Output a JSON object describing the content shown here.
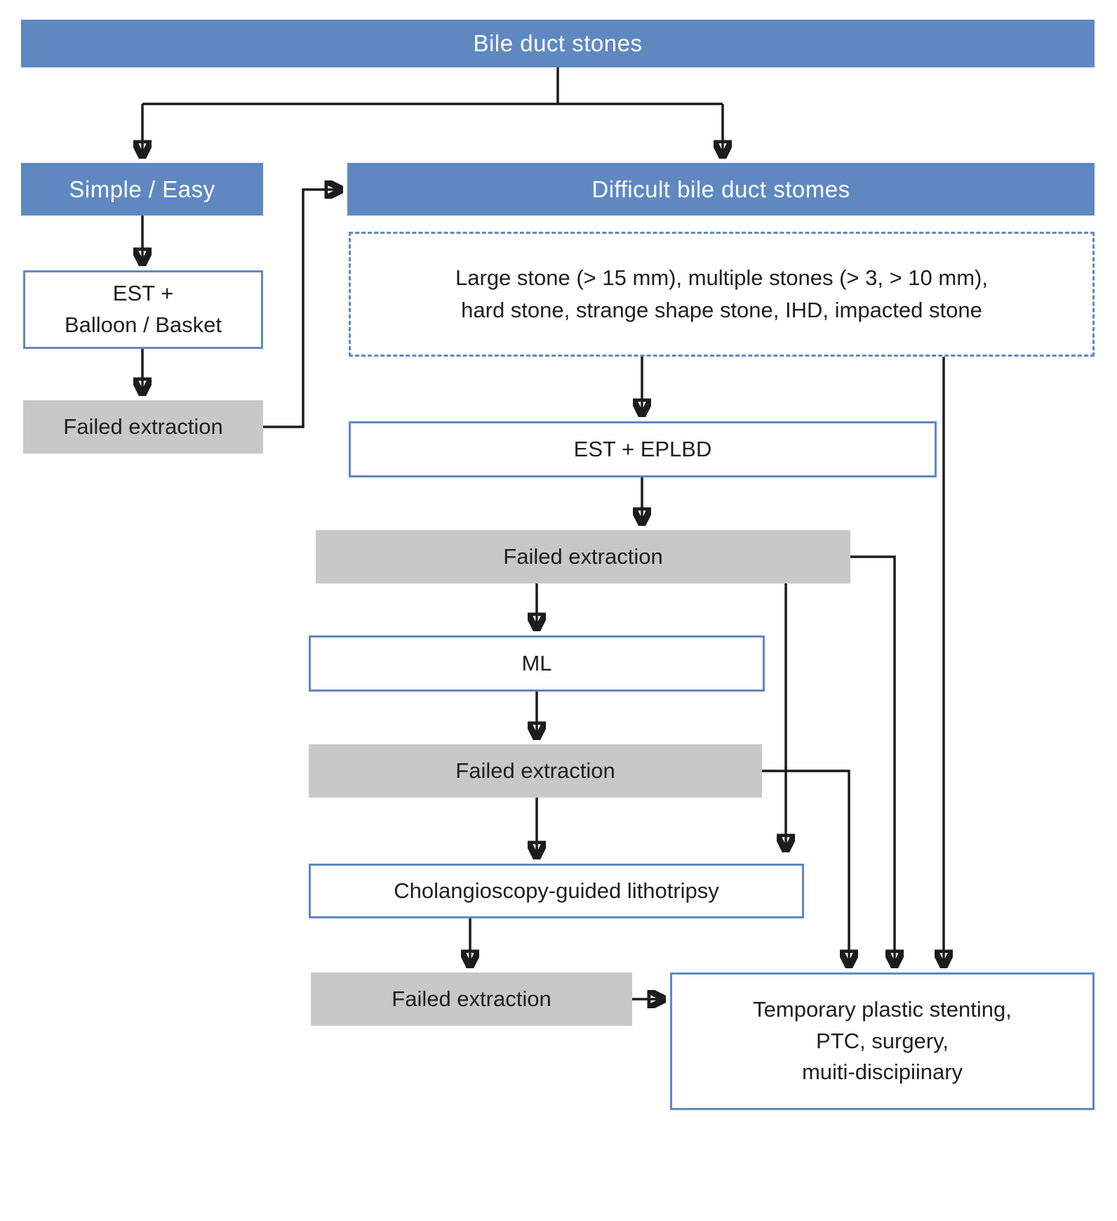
{
  "colors": {
    "header_blue": "#5f88c1",
    "border_blue": "#5f88c1",
    "gray_fill": "#c8c8c8",
    "line_color": "#1c1c1c"
  },
  "nodes": {
    "root": "Bile duct stones",
    "simple": "Simple /  Easy",
    "difficult": "Difficult bile duct stomes",
    "est_balloon_line1": "EST +",
    "est_balloon_line2": "Balloon / Basket",
    "failed_left": "Failed extraction",
    "criteria_line1": "Large stone (> 15 mm), multiple stones (> 3, > 10 mm),",
    "criteria_line2": "hard stone, strange shape stone, IHD, impacted stone",
    "est_eplbd": "EST + EPLBD",
    "failed_1": "Failed extraction",
    "ml": "ML",
    "failed_2": "Failed extraction",
    "cholangioscopy": "Cholangioscopy-guided lithotripsy",
    "failed_3": "Failed extraction",
    "final_line1": "Temporary plastic stenting,",
    "final_line2": "PTC, surgery,",
    "final_line3": "muiti-discipiinary"
  }
}
